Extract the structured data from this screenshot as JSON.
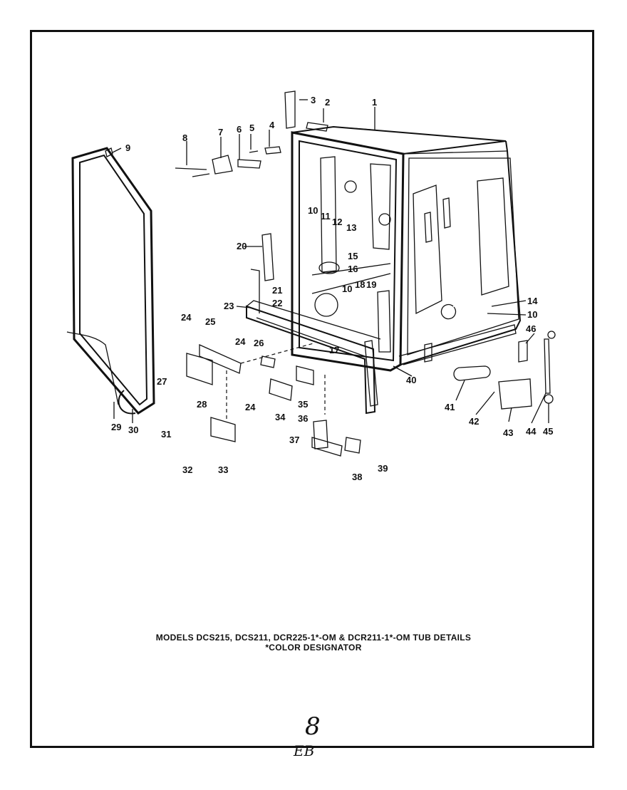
{
  "caption": {
    "line1": "MODELS DCS215, DCS211, DCR225-1*-OM & DCR211-1*-OM TUB DETAILS",
    "line2": "*COLOR DESIGNATOR"
  },
  "handwritten": {
    "page_number": "8",
    "code": "EB"
  },
  "callouts": {
    "c1": "1",
    "c2": "2",
    "c3": "3",
    "c4": "4",
    "c5": "5",
    "c6": "6",
    "c7": "7",
    "c8": "8",
    "c9": "9",
    "c10a": "10",
    "c11": "11",
    "c12": "12",
    "c13": "13",
    "c14": "14",
    "c10b": "10",
    "c15": "15",
    "c16": "16",
    "c20": "20",
    "c21": "21",
    "c22": "22",
    "c10c": "10",
    "c18": "18",
    "c19": "19",
    "c23": "23",
    "c24a": "24",
    "c25": "25",
    "c24b": "24",
    "c26": "26",
    "c17": "17",
    "c27": "27",
    "c28": "28",
    "c24c": "24",
    "c34": "34",
    "c35": "35",
    "c36": "36",
    "c29": "29",
    "c30": "30",
    "c31": "31",
    "c32": "32",
    "c33": "33",
    "c37": "37",
    "c38": "38",
    "c39": "39",
    "c40": "40",
    "c46": "46",
    "c41": "41",
    "c42": "42",
    "c43": "43",
    "c44": "44",
    "c45": "45"
  }
}
